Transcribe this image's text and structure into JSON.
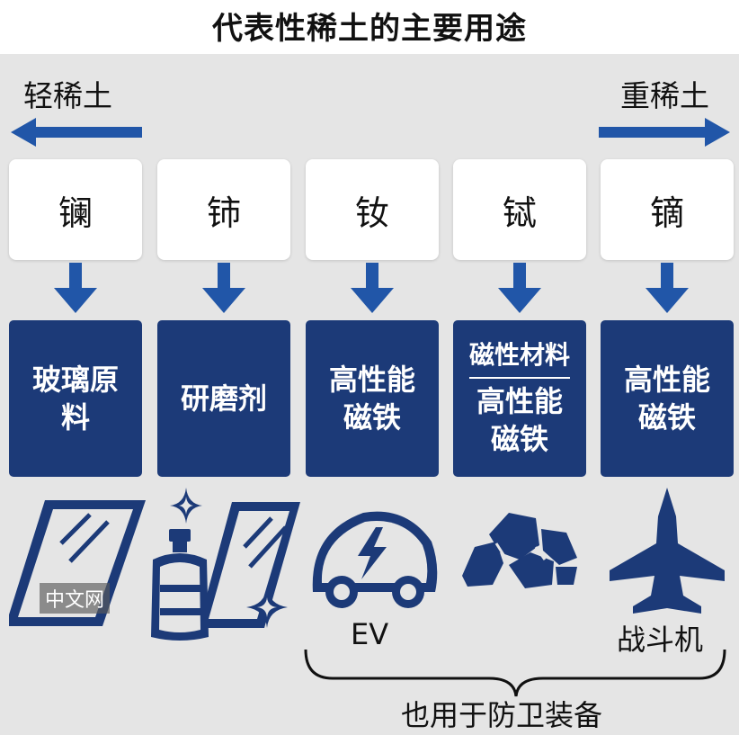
{
  "title": "代表性稀土的主要用途",
  "light_label": "轻稀土",
  "heavy_label": "重稀土",
  "elements": [
    "镧",
    "铈",
    "钕",
    "铽",
    "镝"
  ],
  "uses": {
    "u1": "玻璃原料",
    "u2": "研磨剂",
    "u3": "高性能磁铁",
    "u4_top": "磁性材料",
    "u4_bottom": "高性能磁铁",
    "u5": "高性能磁铁"
  },
  "captions": {
    "ev": "EV",
    "fighter": "战斗机",
    "defense": "也用于防卫装备"
  },
  "watermark": "中文网",
  "icons": [
    "glass-pane-icon",
    "water-bottle-icon",
    "sparkle-icon",
    "electric-car-icon",
    "magnet-rocks-icon",
    "fighter-jet-icon"
  ],
  "colors": {
    "navy": "#1c3a78",
    "arrow_blue": "#2156a8",
    "background": "#e5e5e5"
  }
}
